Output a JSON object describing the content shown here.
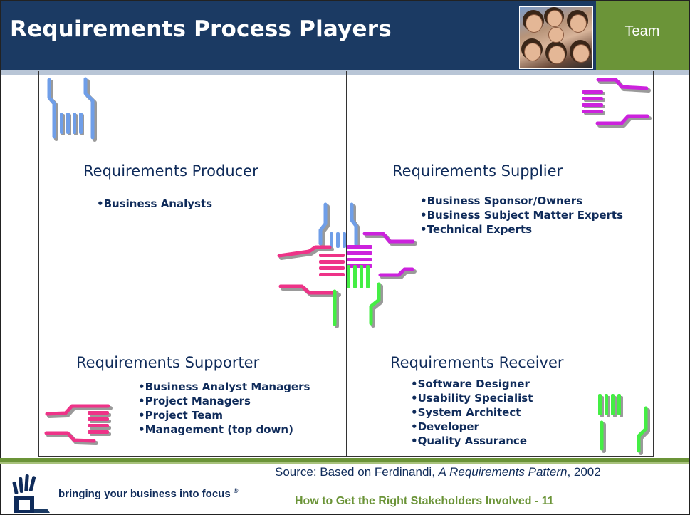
{
  "header": {
    "title": "Requirements Process Players",
    "tab_label": "Team"
  },
  "quadrants": {
    "producer": {
      "title": "Requirements Producer",
      "items": [
        "•Business Analysts"
      ]
    },
    "supplier": {
      "title": "Requirements Supplier",
      "items": [
        "•Business Sponsor/Owners",
        "•Business Subject Matter Experts",
        "•Technical Experts"
      ]
    },
    "supporter": {
      "title": "Requirements Supporter",
      "items": [
        "•Business Analyst Managers",
        "•Project Managers",
        "•Project Team",
        "•Management (top down)"
      ]
    },
    "receiver": {
      "title": "Requirements Receiver",
      "items": [
        "•Software Designer",
        "•Usability Specialist",
        "•System Architect",
        "•Developer",
        "•Quality Assurance"
      ]
    }
  },
  "footer": {
    "source_prefix": "Source: Based on Ferdinandi, ",
    "source_title": "A Requirements Pattern",
    "source_suffix": ", 2002",
    "tagline": "bringing your business into focus",
    "registered": "®",
    "slide_footer": "How to Get the Right Stakeholders Involved - 11"
  },
  "colors": {
    "header_bg": "#1b3a63",
    "accent_green": "#6b9438",
    "hand_blue": "#6f9ee8",
    "hand_magenta": "#cc22dd",
    "hand_pink": "#ee3388",
    "hand_green": "#44ee44",
    "text_navy": "#0f2b5a"
  },
  "icons": [
    "blue-hand-icon",
    "magenta-hand-icon",
    "pink-hand-icon",
    "green-hand-icon",
    "joined-hands-icon",
    "company-logo-icon",
    "team-photo"
  ]
}
